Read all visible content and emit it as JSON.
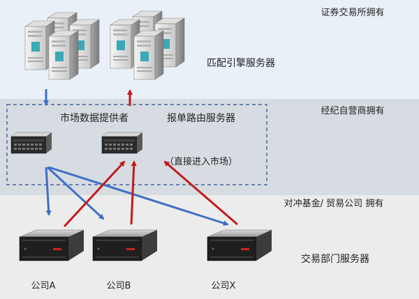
{
  "zones": {
    "exchange": "证券交易所拥有",
    "broker": "经纪自营商拥有",
    "fund": "对冲基金/ 贸易公司 拥有"
  },
  "labels": {
    "matching_engine": "匹配引擎服务器",
    "market_data": "市场数据提供者",
    "order_router": "报单路由服务器",
    "direct_access": "（直接进入市场）",
    "trading_servers": "交易部门服务器"
  },
  "companies": [
    "公司A",
    "公司B",
    "公司X"
  ],
  "colors": {
    "zone_top": "#e9f0f8",
    "zone_mid": "#d7dce2",
    "zone_bottom": "#ececec",
    "arrow_blue": "#3f6fc8",
    "arrow_red": "#c41a1a",
    "dashed_box": "#2a4a8a"
  }
}
